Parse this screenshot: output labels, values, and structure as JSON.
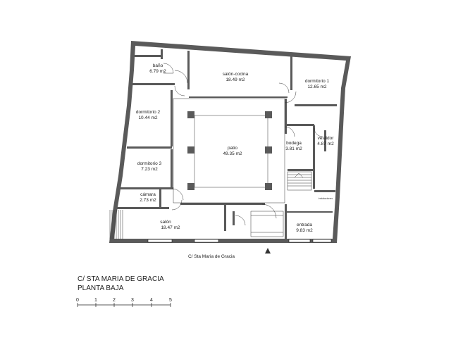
{
  "rooms": [
    {
      "name": "baño",
      "area": "6.79 m2"
    },
    {
      "name": "salón-cocina",
      "area": "18.49 m2"
    },
    {
      "name": "dormitorio 1",
      "area": "12.65 m2"
    },
    {
      "name": "dormitorio 2",
      "area": "10.44 m2"
    },
    {
      "name": "patio",
      "area": "49.35 m2"
    },
    {
      "name": "bodega",
      "area": "3.81 m2"
    },
    {
      "name": "vestidor",
      "area": "4.87 m2"
    },
    {
      "name": "dormitorio 3",
      "area": "7.23 m2"
    },
    {
      "name": "cámara",
      "area": "2.73 m2"
    },
    {
      "name": "salón",
      "area": "18.47 m2"
    },
    {
      "name": "entrada",
      "area": "9.83 m2"
    }
  ],
  "installations_label": "instalaciones",
  "street_label": "C/ Sta Maria de Gracia",
  "title_line1": "C/ STA MARIA DE GRACIA",
  "title_line2": "PLANTA BAJA",
  "scale_ticks": [
    "0",
    "1",
    "2",
    "3",
    "4",
    "5"
  ]
}
